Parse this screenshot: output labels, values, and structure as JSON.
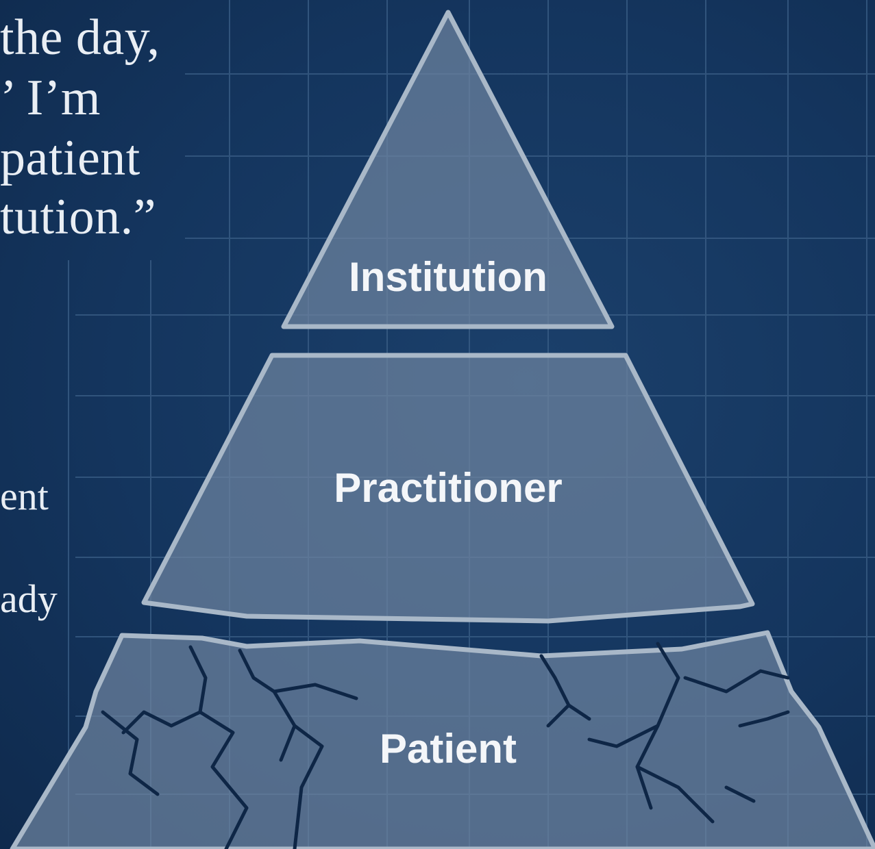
{
  "quote_lines": [
    "the day,",
    "’ I’m",
    "patient",
    "tution.”"
  ],
  "side_fragments": [
    "ent",
    "ady"
  ],
  "tiers": {
    "top": "Institution",
    "middle": "Practitioner",
    "bottom": "Patient"
  },
  "colors": {
    "background": "#14355e",
    "grid": "#3b5f87",
    "tier_fill": "#6d84a0",
    "tier_stroke": "#a9b8c8",
    "crack": "#0e2646",
    "text": "#f4f6f9"
  }
}
